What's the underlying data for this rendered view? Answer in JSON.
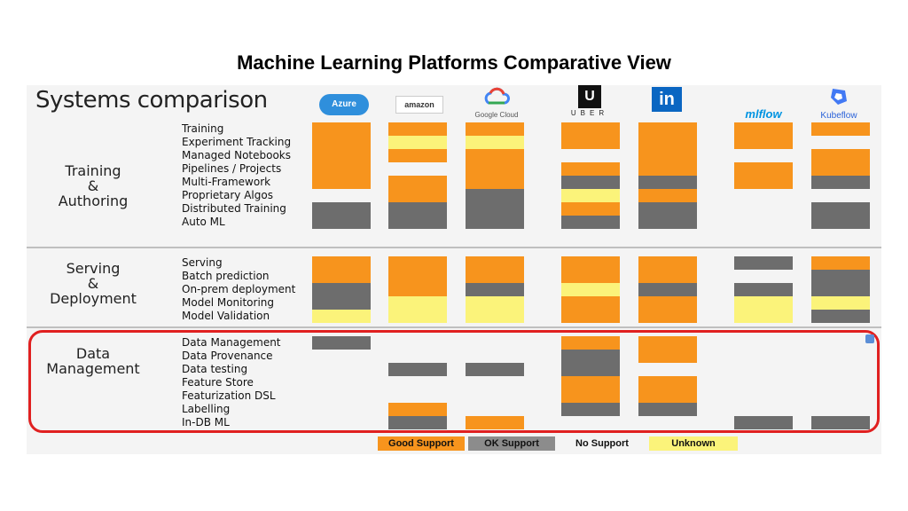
{
  "page_title": "Machine Learning Platforms Comparative View",
  "slide_title": "Systems comparison",
  "colors": {
    "good": "#f7941d",
    "ok": "#6d6d6d",
    "none": "#f4f4f4",
    "unknown": "#fbf37a"
  },
  "platforms": [
    {
      "key": "azure",
      "label": "Azure",
      "icon": "azure-cloud-logo"
    },
    {
      "key": "amazon",
      "label": "amazon",
      "icon": "amazon-web-services-logo"
    },
    {
      "key": "google",
      "label": "Google Cloud",
      "icon": "google-cloud-logo"
    },
    {
      "key": "uber",
      "label": "UBER",
      "icon": "uber-logo"
    },
    {
      "key": "linkedin",
      "label": "in",
      "icon": "linkedin-logo"
    },
    {
      "key": "mlflow",
      "label": "mlflow",
      "icon": "mlflow-logo"
    },
    {
      "key": "kubeflow",
      "label": "Kubeflow",
      "icon": "kubeflow-logo"
    }
  ],
  "sections": [
    {
      "name": "Training & Authoring",
      "label_lines": [
        "Training",
        "&",
        "Authoring"
      ],
      "features": [
        "Training",
        "Experiment Tracking",
        "Managed Notebooks",
        "Pipelines / Projects",
        "Multi-Framework",
        "Proprietary Algos",
        "Distributed Training",
        "Auto ML"
      ]
    },
    {
      "name": "Serving & Deployment",
      "label_lines": [
        "Serving",
        "&",
        "Deployment"
      ],
      "features": [
        "Serving",
        "Batch prediction",
        "On-prem deployment",
        "Model Monitoring",
        "Model Validation"
      ]
    },
    {
      "name": "Data Management",
      "label_lines": [
        "Data",
        "Management"
      ],
      "features": [
        "Data Management",
        "Data Provenance",
        "Data testing",
        "Feature Store",
        "Featurization DSL",
        "Labelling",
        "In-DB ML"
      ]
    }
  ],
  "support_matrix": {
    "azure": [
      "G",
      "G",
      "G",
      "G",
      "G",
      "N",
      "O",
      "O",
      "G",
      "G",
      "O",
      "O",
      "Y",
      "O",
      "N",
      "N",
      "N",
      "N",
      "N",
      "N"
    ],
    "amazon": [
      "G",
      "Y",
      "G",
      "N",
      "G",
      "G",
      "O",
      "O",
      "G",
      "G",
      "G",
      "Y",
      "Y",
      "N",
      "N",
      "O",
      "N",
      "N",
      "G",
      "O"
    ],
    "google": [
      "G",
      "Y",
      "G",
      "G",
      "G",
      "O",
      "O",
      "O",
      "G",
      "G",
      "O",
      "Y",
      "Y",
      "N",
      "N",
      "O",
      "N",
      "N",
      "N",
      "G"
    ],
    "uber": [
      "G",
      "G",
      "N",
      "G",
      "O",
      "Y",
      "G",
      "O",
      "G",
      "G",
      "Y",
      "G",
      "G",
      "G",
      "O",
      "O",
      "G",
      "G",
      "O",
      "N"
    ],
    "linkedin": [
      "G",
      "G",
      "G",
      "G",
      "O",
      "G",
      "O",
      "O",
      "G",
      "G",
      "O",
      "G",
      "G",
      "G",
      "G",
      "N",
      "G",
      "G",
      "O",
      "N"
    ],
    "mlflow": [
      "G",
      "G",
      "N",
      "G",
      "G",
      "N",
      "N",
      "N",
      "O",
      "N",
      "O",
      "Y",
      "Y",
      "N",
      "N",
      "N",
      "N",
      "N",
      "N",
      "O"
    ],
    "kubeflow": [
      "G",
      "N",
      "G",
      "G",
      "O",
      "N",
      "O",
      "O",
      "G",
      "O",
      "O",
      "Y",
      "O",
      "N",
      "N",
      "N",
      "N",
      "N",
      "N",
      "O"
    ]
  },
  "legend": [
    {
      "label": "Good Support",
      "level": "good"
    },
    {
      "label": "OK Support",
      "level": "ok"
    },
    {
      "label": "No Support",
      "level": "none"
    },
    {
      "label": "Unknown",
      "level": "unknown"
    }
  ]
}
